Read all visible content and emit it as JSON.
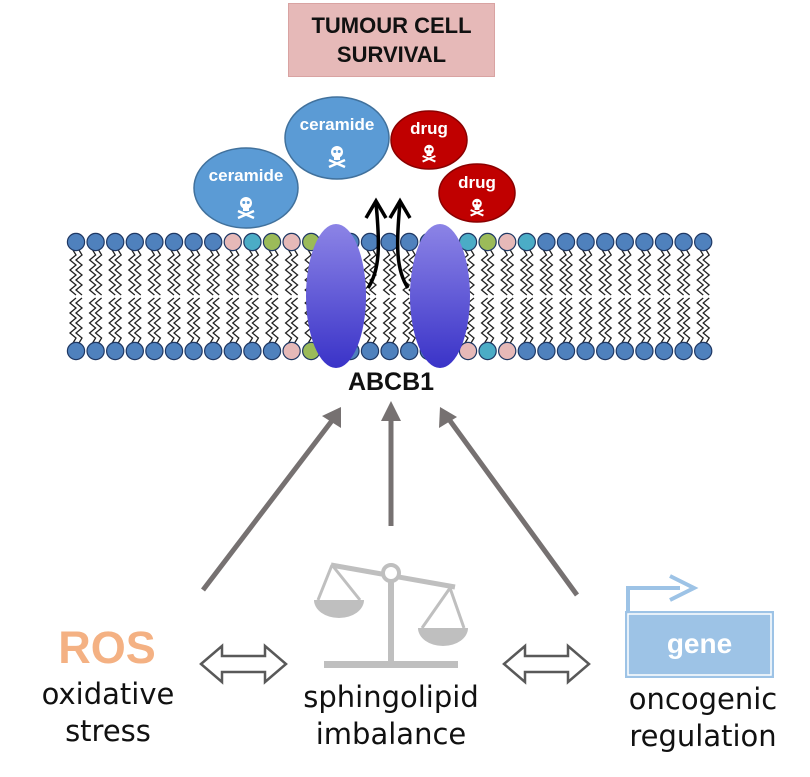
{
  "title": {
    "line1": "TUMOUR CELL",
    "line2": "SURVIVAL"
  },
  "molecules": [
    {
      "label": "ceramide"
    },
    {
      "label": "ceramide"
    },
    {
      "label": "drug"
    },
    {
      "label": "drug"
    }
  ],
  "transporter": {
    "label": "ABCB1"
  },
  "factors": {
    "ros": {
      "badge": "ROS",
      "caption1": "oxidative",
      "caption2": "stress"
    },
    "sphingolipid": {
      "caption1": "sphingolipid",
      "caption2": "imbalance"
    },
    "oncogenic": {
      "badge": "gene",
      "caption1": "oncogenic",
      "caption2": "regulation"
    }
  },
  "colors": {
    "title_bg": "#e6b9b8",
    "ceramide": "#5b9bd5",
    "drug": "#c00000",
    "transporter_top": "#8c84e6",
    "transporter_bottom": "#3a33c8",
    "lipid_head": "#4f81bd",
    "ros": "#f4b183",
    "gene": "#9dc3e6",
    "arrow_gray": "#767171"
  }
}
